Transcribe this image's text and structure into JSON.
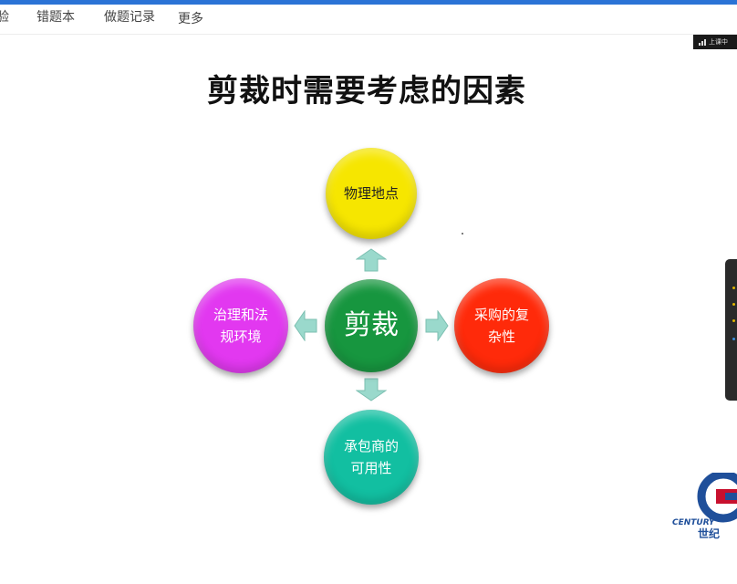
{
  "nav": {
    "items": [
      {
        "label": "验"
      },
      {
        "label": "错题本"
      },
      {
        "label": "做题记录"
      },
      {
        "label": "更多"
      }
    ]
  },
  "recording_badge": {
    "label": "上课中"
  },
  "slide": {
    "title": "剪裁时需要考虑的因素",
    "center": "剪裁",
    "top": "物理地点",
    "right": "采购的复\n杂性",
    "left": "治理和法\n规环境",
    "bottom": "承包商的\n可用性",
    "colors": {
      "top": "#f6e600",
      "center": "#17963f",
      "right": "#ff2a0a",
      "left": "#e238f0",
      "bottom": "#12bfa1",
      "arrow": "#9ad9cc"
    }
  },
  "logo": {
    "text_latin": "CENTURY",
    "text_cn": "世纪"
  }
}
